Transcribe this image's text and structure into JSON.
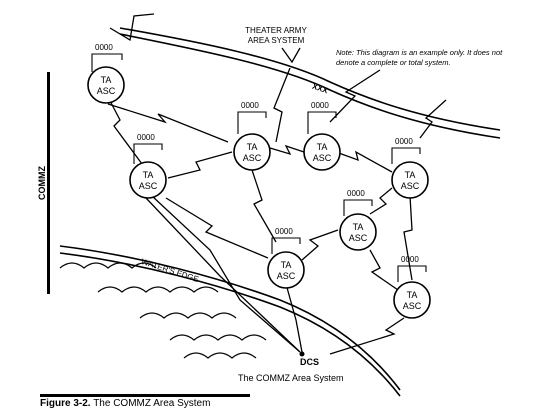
{
  "theater_label": [
    "THEATER ARMY",
    "AREA SYSTEM"
  ],
  "xxx_marker": "XXX",
  "note_text": "Note: This diagram is an example only. It does not denote a complete or total system.",
  "commz_label": "COMMZ",
  "waters_edge_label": "WATER'S EDGE",
  "dcs_label": "DCS",
  "subtitle": "The COMMZ Area System",
  "caption": {
    "figure_number": "Figure 3-2.",
    "title": "The COMMZ Area System"
  },
  "nodes": [
    {
      "id": "n1",
      "line1": "TA",
      "line2": "ASC",
      "code": "0000"
    },
    {
      "id": "n2",
      "line1": "TA",
      "line2": "ASC",
      "code": "0000"
    },
    {
      "id": "n3",
      "line1": "TA",
      "line2": "ASC",
      "code": "0000"
    },
    {
      "id": "n4",
      "line1": "TA",
      "line2": "ASC",
      "code": "0000"
    },
    {
      "id": "n5",
      "line1": "TA",
      "line2": "ASC",
      "code": "0000"
    },
    {
      "id": "n6",
      "line1": "TA",
      "line2": "ASC",
      "code": "0000"
    },
    {
      "id": "n7",
      "line1": "TA",
      "line2": "ASC",
      "code": "0000"
    },
    {
      "id": "n8",
      "line1": "TA",
      "line2": "ASC",
      "code": "0000"
    }
  ]
}
